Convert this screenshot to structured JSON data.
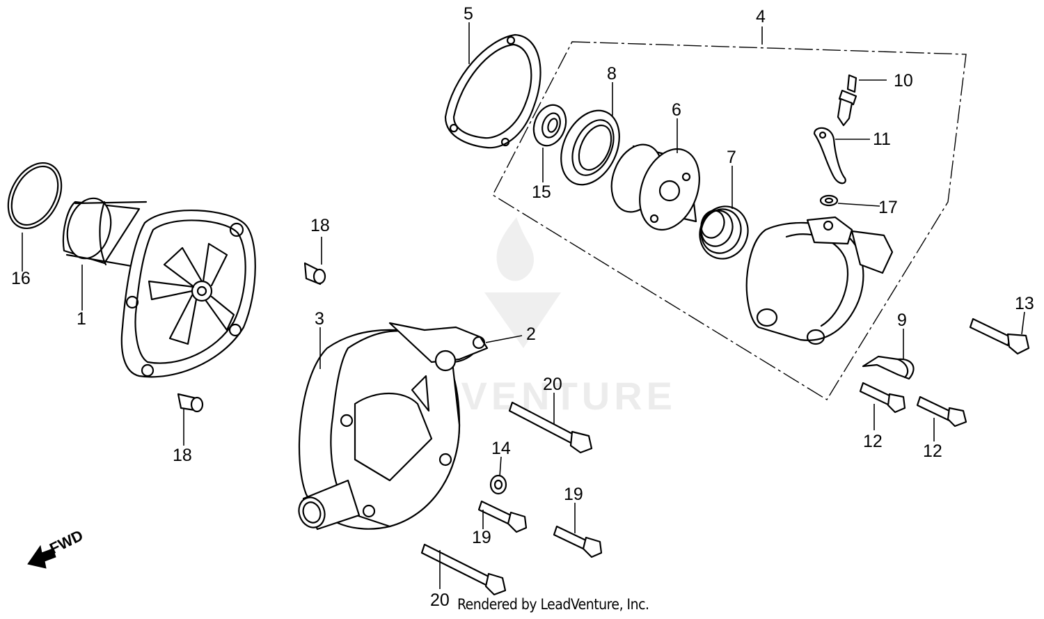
{
  "callouts": {
    "c1": "1",
    "c2": "2",
    "c3": "3",
    "c4": "4",
    "c5": "5",
    "c6": "6",
    "c7": "7",
    "c8": "8",
    "c9": "9",
    "c10": "10",
    "c11": "11",
    "c12a": "12",
    "c12b": "12",
    "c13": "13",
    "c14": "14",
    "c15": "15",
    "c16": "16",
    "c17": "17",
    "c18a": "18",
    "c18b": "18",
    "c19a": "19",
    "c19b": "19",
    "c20a": "20",
    "c20b": "20"
  },
  "fwd_label": "FWD",
  "watermark": "LEADVENTURE",
  "footer": "Rendered by LeadVenture, Inc.",
  "colors": {
    "ink": "#000000",
    "watermark": "#ececec",
    "background": "#ffffff"
  }
}
